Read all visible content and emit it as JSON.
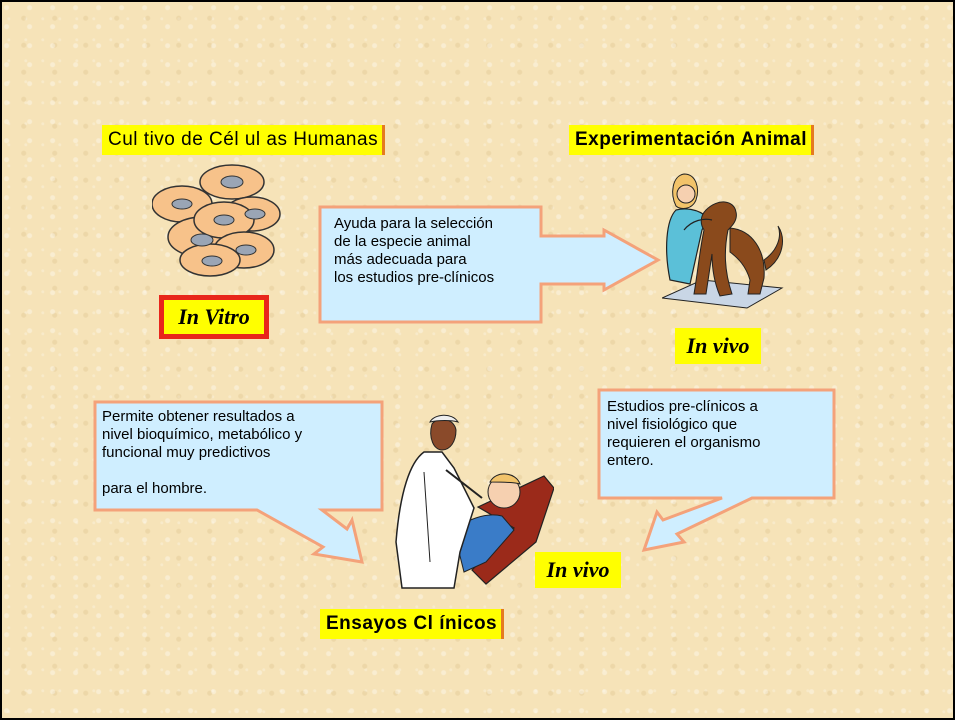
{
  "labels": {
    "cell_culture": "Cul tivo de Cél ul as Humanas",
    "animal_experiment": "Experimentación Animal",
    "clinical_trials": "Ensayos Cl ínicos"
  },
  "stages": {
    "in_vitro": "In Vitro",
    "in_vivo_animal": "In vivo",
    "in_vivo_clinical": "In vivo"
  },
  "callouts": {
    "species_selection": "Ayuda para la selección\nde la especie animal\nmás adecuada para\nlos estudios pre-clínicos",
    "predictive_results": "Permite obtener resultados  a\nnivel bioquímico, metabólico y\nfuncional muy  predictivos\n\npara el hombre.",
    "preclinical_studies": "Estudios pre-clínicos a\nnivel fisiológico que\nrequieren el organismo\nentero."
  },
  "colors": {
    "label_yellow": "#ffff00",
    "callout_fill": "#cfeeff",
    "callout_border": "#f4a27a",
    "in_vitro_border": "#e8261b",
    "background": "#f6e3b8"
  },
  "icons": [
    "cells-icon",
    "nurse-with-dog-icon",
    "doctor-with-patient-icon"
  ]
}
